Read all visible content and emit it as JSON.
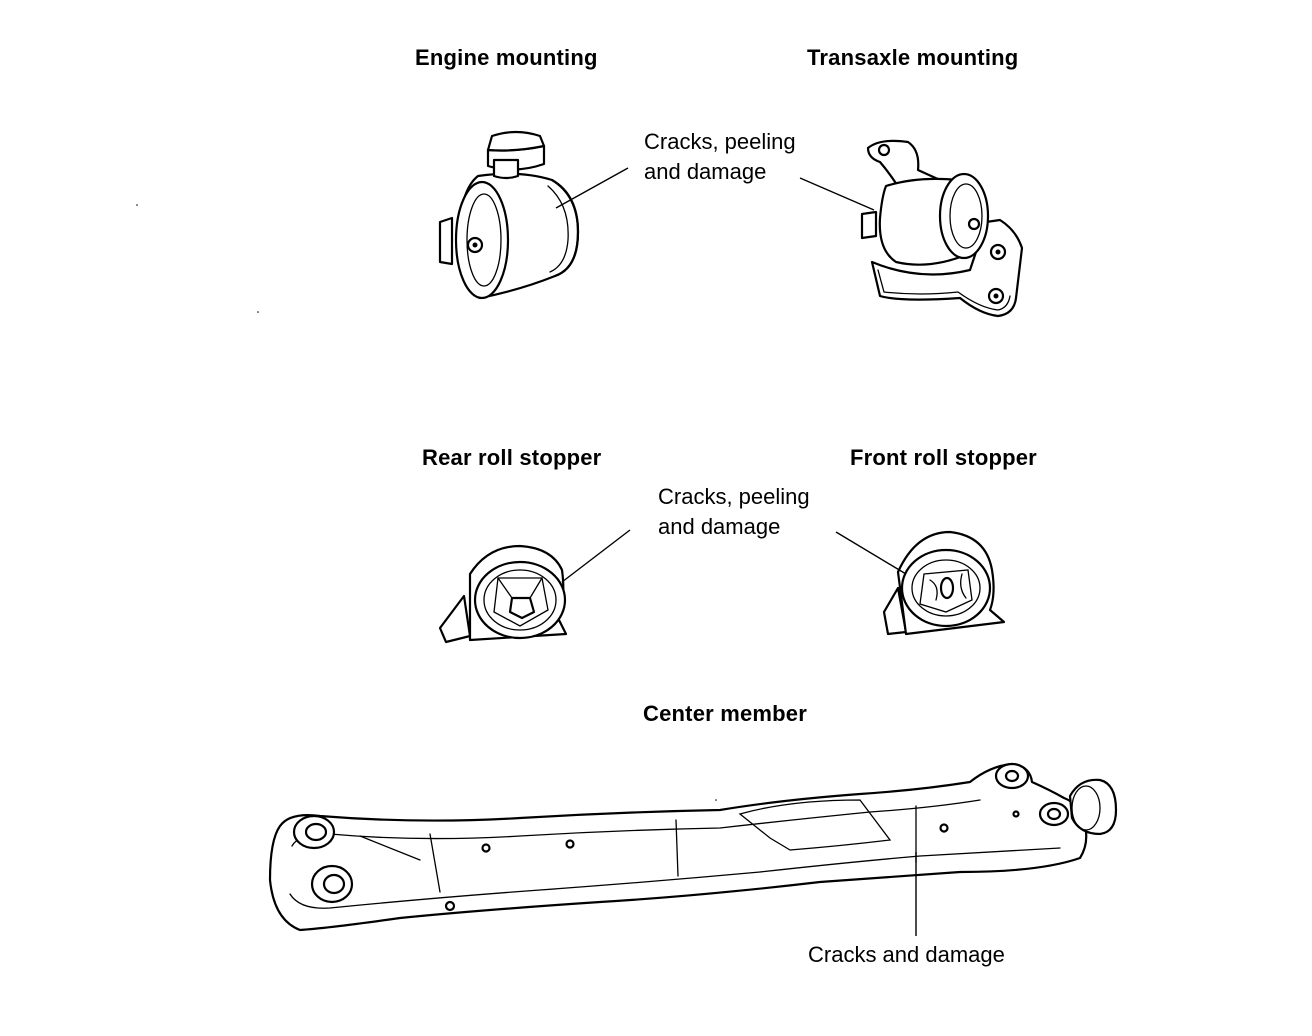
{
  "labels": {
    "engine_mounting": "Engine mounting",
    "transaxle_mounting": "Transaxle mounting",
    "rear_roll_stopper": "Rear roll stopper",
    "front_roll_stopper": "Front roll stopper",
    "center_member": "Center member"
  },
  "callouts": {
    "top": {
      "line1": "Cracks, peeling",
      "line2": "and damage"
    },
    "middle": {
      "line1": "Cracks, peeling",
      "line2": "and damage"
    },
    "bottom": "Cracks and damage"
  }
}
